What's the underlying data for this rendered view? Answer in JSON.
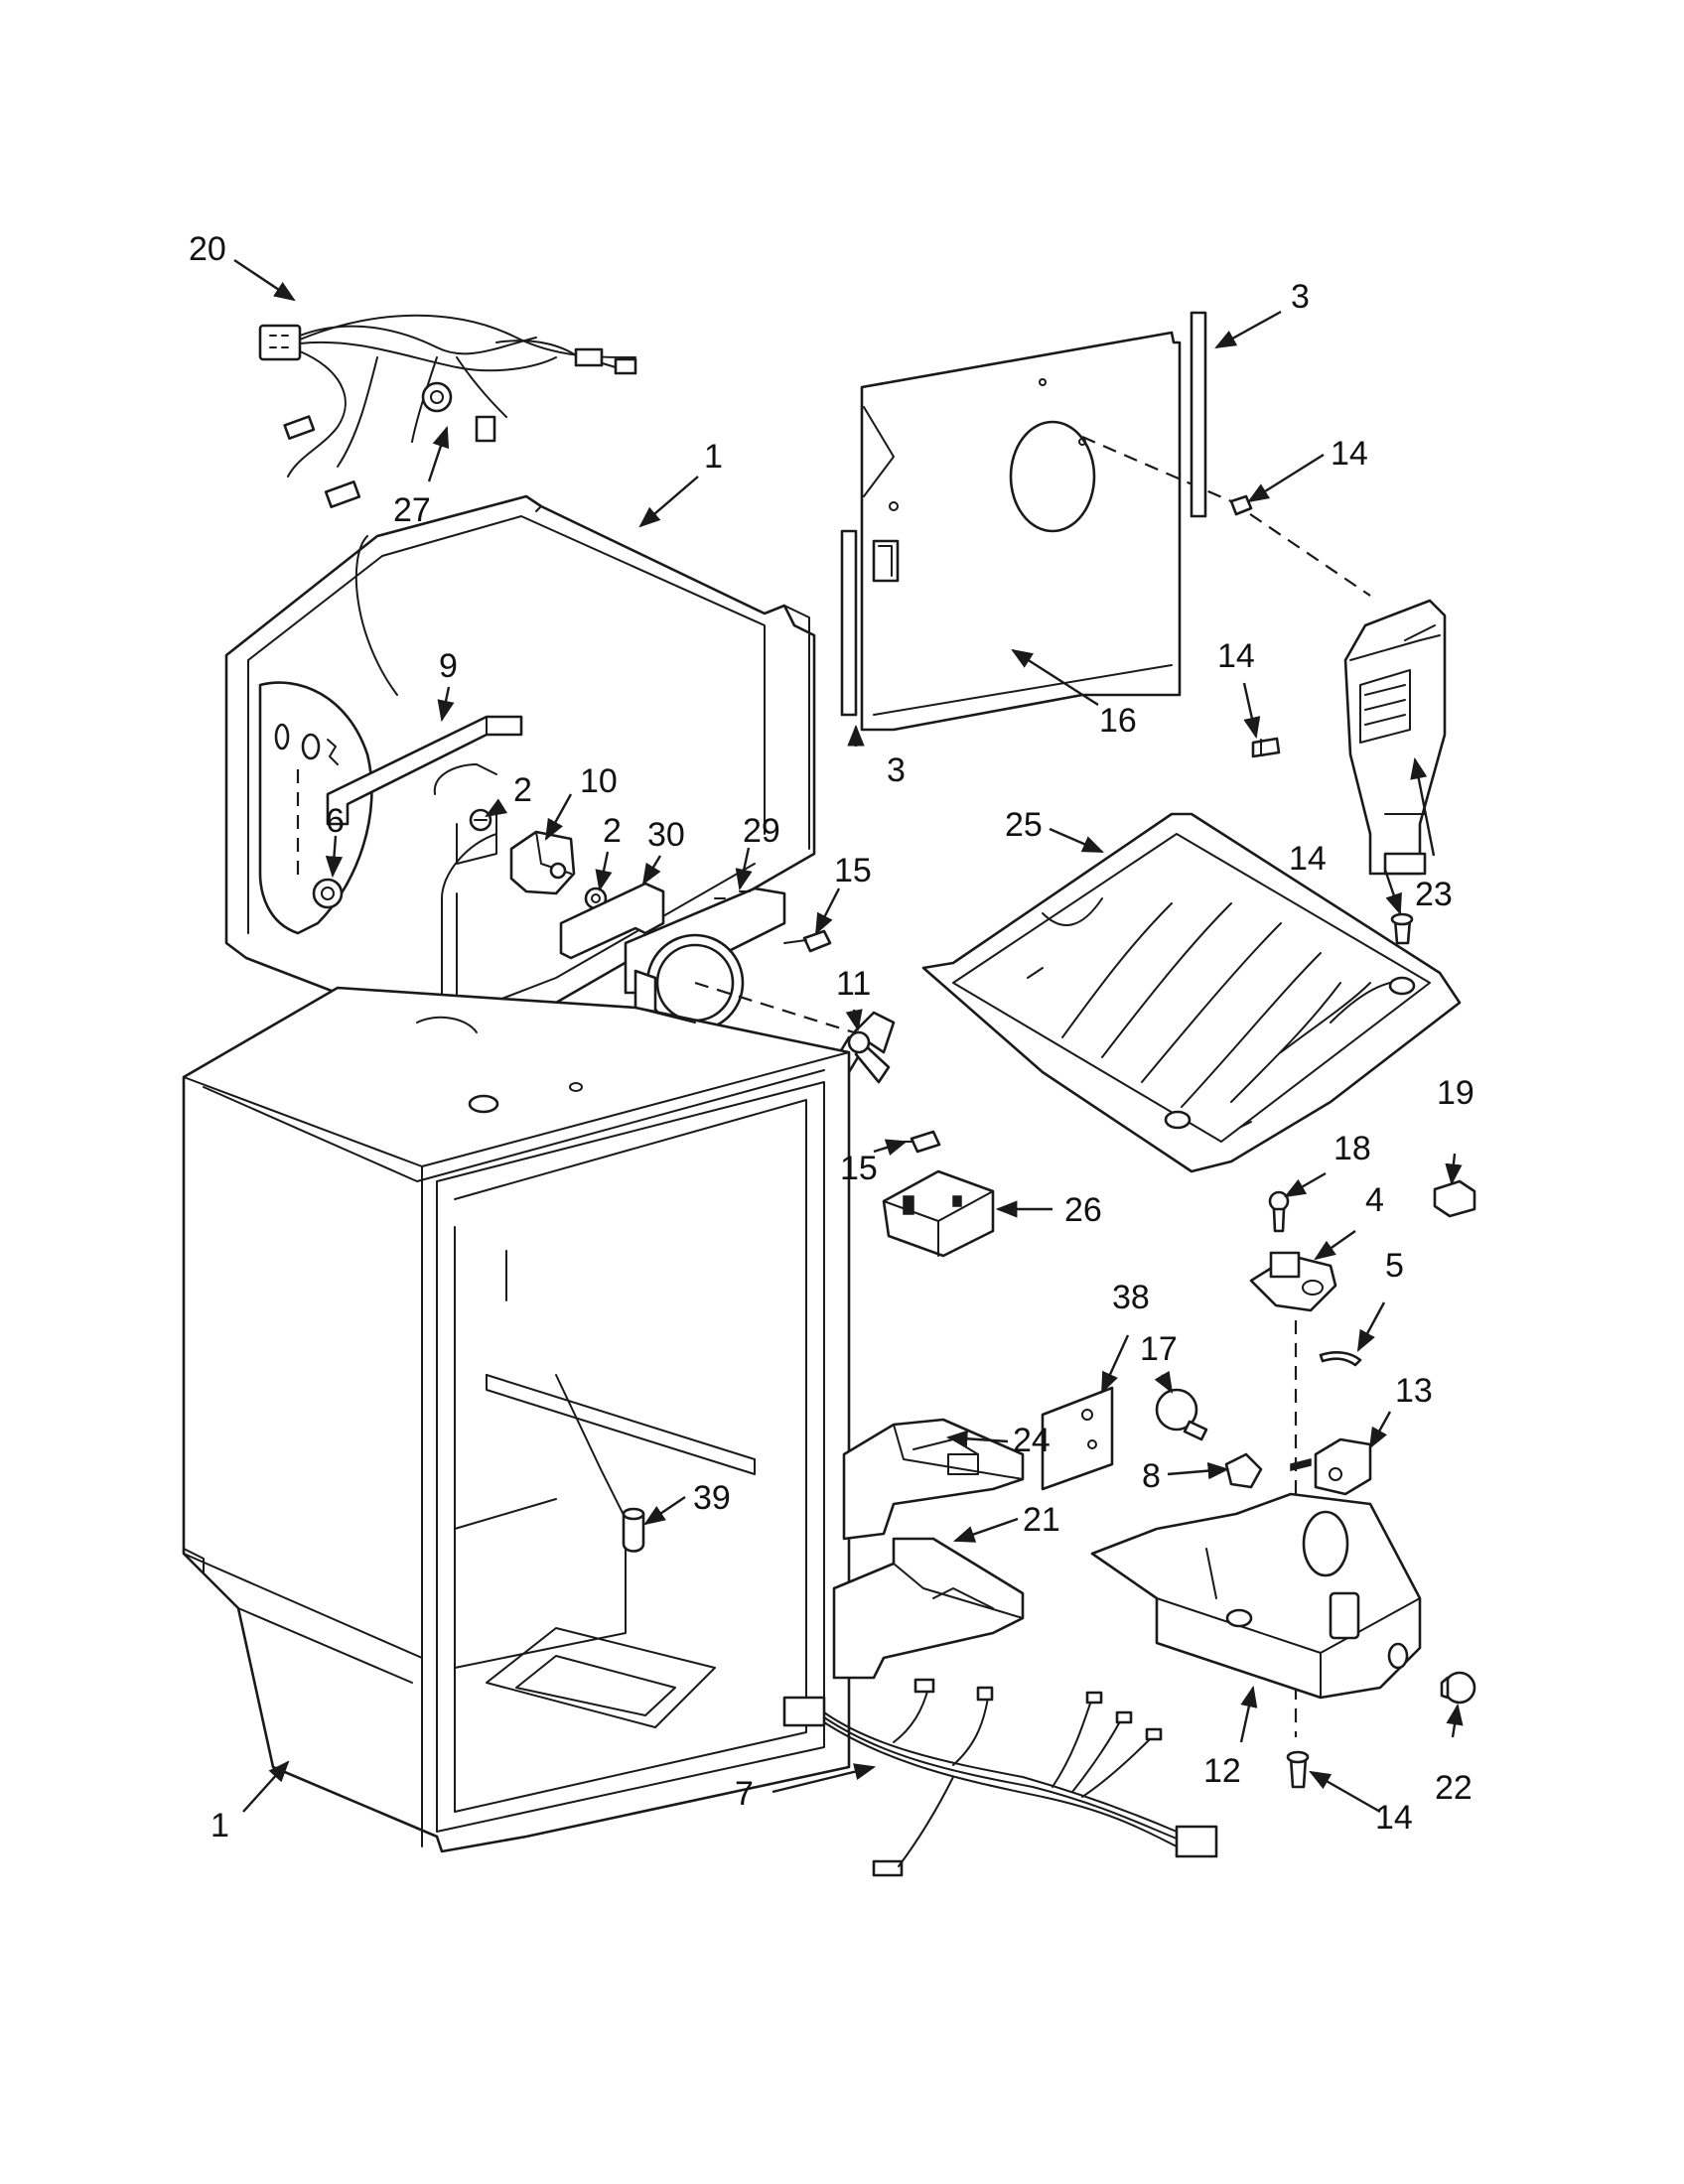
{
  "callouts": {
    "c1a": "1",
    "c1b": "1",
    "c2a": "2",
    "c2b": "2",
    "c3a": "3",
    "c3b": "3",
    "c4": "4",
    "c5": "5",
    "c6": "6",
    "c7": "7",
    "c8": "8",
    "c9": "9",
    "c10": "10",
    "c11": "11",
    "c12": "12",
    "c13": "13",
    "c14a": "14",
    "c14b": "14",
    "c14c": "14",
    "c14d": "14",
    "c15a": "15",
    "c15b": "15",
    "c16": "16",
    "c17": "17",
    "c18": "18",
    "c19": "19",
    "c20": "20",
    "c21": "21",
    "c22": "22",
    "c23": "23",
    "c24": "24",
    "c25": "25",
    "c26": "26",
    "c27": "27",
    "c29": "29",
    "c30": "30",
    "c38": "38",
    "c39": "39"
  },
  "colors": {
    "line": "#1a1a1a",
    "background": "#ffffff"
  }
}
